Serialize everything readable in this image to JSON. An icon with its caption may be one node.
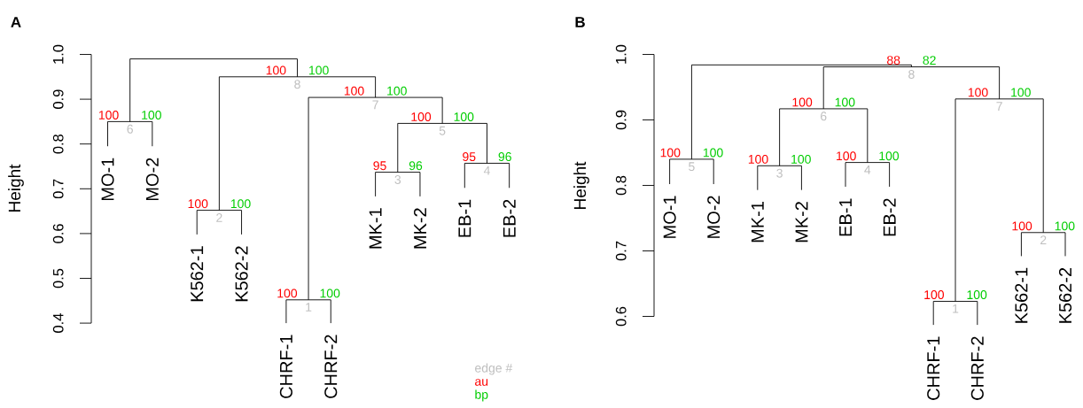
{
  "diagram": {
    "labels": [
      "A",
      "Height",
      "1.0",
      "0.9",
      "0.8",
      "0.7",
      "0.6",
      "0.5",
      "0.4",
      "MO-1",
      "MO-2",
      "K562-1",
      "K562-2",
      "CHRF-1",
      "CHRF-2",
      "MK-1",
      "MK-2",
      "EB-1",
      "EB-2",
      "100",
      "100",
      "1",
      "100",
      "100",
      "2",
      "95",
      "96",
      "3",
      "95",
      "96",
      "4",
      "100",
      "100",
      "5",
      "100",
      "100",
      "6",
      "100",
      "100",
      "7",
      "100",
      "100",
      "8",
      "B",
      "Height",
      "1.0",
      "0.9",
      "0.8",
      "0.7",
      "0.6",
      "MO-1",
      "MO-2",
      "MK-1",
      "MK-2",
      "EB-1",
      "EB-2",
      "CHRF-1",
      "CHRF-2",
      "K562-1",
      "K562-2",
      "100",
      "100",
      "1",
      "100",
      "100",
      "2",
      "100",
      "100",
      "3",
      "100",
      "100",
      "4",
      "100",
      "100",
      "5",
      "100",
      "100",
      "6",
      "100",
      "100",
      "7",
      "88",
      "82",
      "8"
    ],
    "legend": [
      {
        "text": "edge #"
      },
      {
        "text": "au"
      },
      {
        "text": "bp"
      }
    ]
  }
}
